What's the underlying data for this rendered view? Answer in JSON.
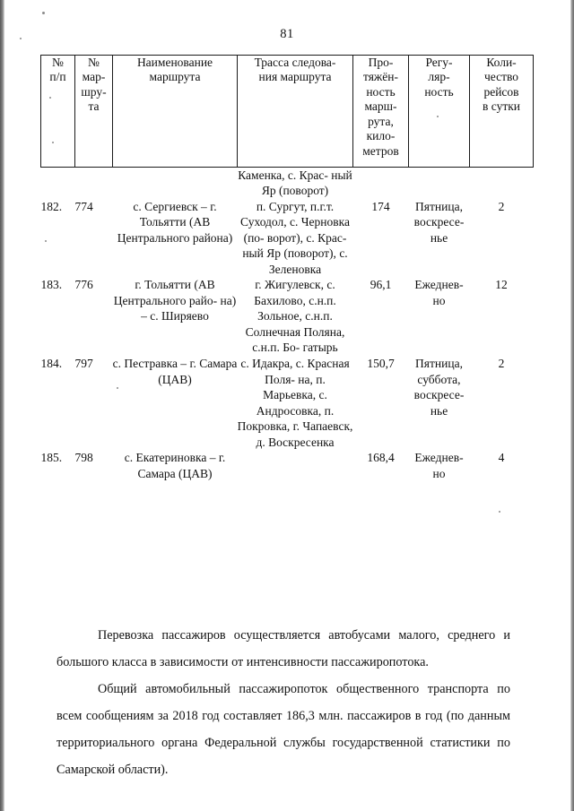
{
  "document": {
    "page_number": "81"
  },
  "table": {
    "headers": [
      {
        "lines": [
          "№",
          "п/п"
        ]
      },
      {
        "lines": [
          "№",
          "мар-",
          "шру-",
          "та"
        ]
      },
      {
        "lines": [
          "Наименование",
          "маршрута"
        ]
      },
      {
        "lines": [
          "Трасса следова-",
          "ния маршрута"
        ]
      },
      {
        "lines": [
          "Про-",
          "тяжён-",
          "ность",
          "марш-",
          "рута,",
          "кило-",
          "метров"
        ]
      },
      {
        "lines": [
          "Регу-",
          "ляр-",
          "ность"
        ]
      },
      {
        "lines": [
          "Коли-",
          "чество",
          "рейсов",
          "в сутки"
        ]
      }
    ],
    "continuation": {
      "column": "track",
      "lines": [
        "Каменка, с. Крас-",
        "ный Яр (поворот)"
      ]
    },
    "rows": [
      {
        "num": "182.",
        "route_no": "774",
        "name_lines": [
          "с. Сергиевск –",
          "г. Тольятти",
          "(АВ Центрального",
          "района)"
        ],
        "track_lines": [
          "п. Сургут,",
          "п.г.т. Суходол,",
          "с. Черновка (по-",
          "ворот), с. Крас-",
          "ный Яр (поворот),",
          "с. Зеленовка"
        ],
        "length": "174",
        "regularity_lines": [
          "Пятница,",
          "воскресе-",
          "нье"
        ],
        "trips": "2"
      },
      {
        "num": "183.",
        "route_no": "776",
        "name_lines": [
          "г. Тольятти (АВ",
          "Центрального райо-",
          "на) – с. Ширяево"
        ],
        "track_lines": [
          "г. Жигулевск,",
          "с. Бахилово,",
          "с.н.п. Зольное,",
          "с.н.п. Солнечная",
          "Поляна, с.н.п. Бо-",
          "гатырь"
        ],
        "length": "96,1",
        "regularity_lines": [
          "Ежеднев-",
          "но"
        ],
        "trips": "12"
      },
      {
        "num": "184.",
        "route_no": "797",
        "name_lines": [
          "с. Пестравка –",
          "г. Самара (ЦАВ)"
        ],
        "track_lines": [
          "с. Идакра,",
          "с. Красная Поля-",
          "на, п. Марьевка,",
          "с. Андросовка,",
          "п. Покровка,",
          "г. Чапаевск,",
          "д. Воскресенка"
        ],
        "length": "150,7",
        "regularity_lines": [
          "Пятница,",
          "суббота,",
          "воскресе-",
          "нье"
        ],
        "trips": "2"
      },
      {
        "num": "185.",
        "route_no": "798",
        "name_lines": [
          "с. Екатериновка –",
          "г. Самара (ЦАВ)"
        ],
        "track_lines": [],
        "length": "168,4",
        "regularity_lines": [
          "Ежеднев-",
          "но"
        ],
        "trips": "4"
      }
    ]
  },
  "body": {
    "paragraph_1": "Перевозка пассажиров осуществляется автобусами малого, среднего и большого класса в зависимости от интенсивности пассажиропотока.",
    "paragraph_2": "Общий автомобильный пассажиропоток общественного транспорта по всем сообщениям за 2018 год составляет 186,3 млн. пассажиров в год (по данным территориального органа Федеральной службы государственной статистики по Самарской области)."
  }
}
